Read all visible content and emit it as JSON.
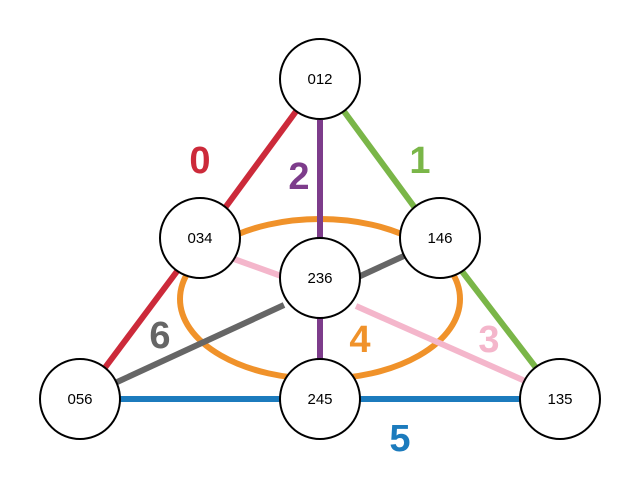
{
  "nodes": {
    "n012": "012",
    "n034": "034",
    "n146": "146",
    "n236": "236",
    "n056": "056",
    "n245": "245",
    "n135": "135"
  },
  "lines": [
    {
      "id": "line-0",
      "label": "0",
      "color": "#cc2a3a",
      "points": [
        "034",
        "012",
        "056"
      ]
    },
    {
      "id": "line-1",
      "label": "1",
      "color": "#7ab648",
      "points": [
        "012",
        "146",
        "135"
      ]
    },
    {
      "id": "line-2",
      "label": "2",
      "color": "#7d3c8b",
      "points": [
        "012",
        "236",
        "245"
      ]
    },
    {
      "id": "line-3",
      "label": "3",
      "color": "#f4b6cb",
      "points": [
        "034",
        "236",
        "135"
      ]
    },
    {
      "id": "line-4",
      "label": "4",
      "color": "#f0922a",
      "points": [
        "034",
        "146",
        "245"
      ],
      "shape": "circle"
    },
    {
      "id": "line-5",
      "label": "5",
      "color": "#1c7bbd",
      "points": [
        "056",
        "245",
        "135"
      ]
    },
    {
      "id": "line-6",
      "label": "6",
      "color": "#666666",
      "points": [
        "056",
        "236",
        "146"
      ]
    }
  ]
}
